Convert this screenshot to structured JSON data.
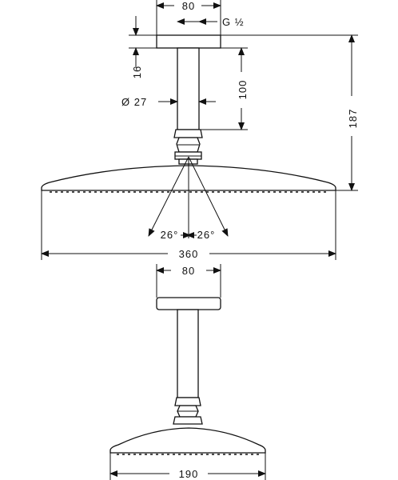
{
  "top_view": {
    "dim_plate_width": "80",
    "dim_thread": "G ½",
    "dim_plate_height": "16",
    "dim_pipe_length": "100",
    "dim_pipe_diameter": "Ø 27",
    "dim_total_height": "187",
    "dim_tilt_left": "26°",
    "dim_tilt_right": "26°",
    "dim_head_width": "360"
  },
  "side_view": {
    "dim_plate_width": "80",
    "dim_head_depth": "190"
  },
  "colors": {
    "line": "#111111",
    "background": "#ffffff"
  }
}
